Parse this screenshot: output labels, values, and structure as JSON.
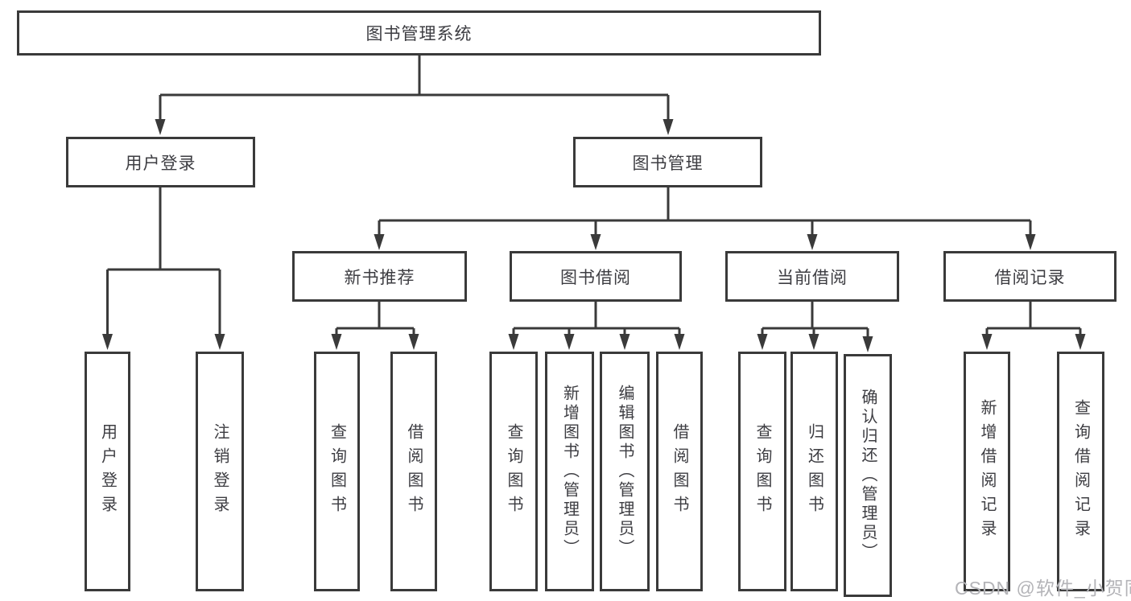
{
  "diagram": {
    "root": {
      "label": "图书管理系统"
    },
    "branches": [
      {
        "label": "用户登录",
        "children": [
          {
            "label": "用户登录"
          },
          {
            "label": "注销登录"
          }
        ]
      },
      {
        "label": "图书管理",
        "children": [
          {
            "label": "新书推荐",
            "children": [
              {
                "label": "查询图书"
              },
              {
                "label": "借阅图书"
              }
            ]
          },
          {
            "label": "图书借阅",
            "children": [
              {
                "label": "查询图书"
              },
              {
                "label": "新增图书（管理员）"
              },
              {
                "label": "编辑图书（管理员）"
              },
              {
                "label": "借阅图书"
              }
            ]
          },
          {
            "label": "当前借阅",
            "children": [
              {
                "label": "查询图书"
              },
              {
                "label": "归还图书"
              },
              {
                "label": "确认归还（管理员）"
              }
            ]
          },
          {
            "label": "借阅记录",
            "children": [
              {
                "label": "新增借阅记录"
              },
              {
                "label": "查询借阅记录"
              }
            ]
          }
        ]
      }
    ]
  },
  "watermark": {
    "text": "CSDN @软件_小贺同学"
  },
  "colors": {
    "line": "#3a3a3a",
    "text": "#3d3d42",
    "watermark": "#b4b4b8",
    "background": "#ffffff"
  }
}
